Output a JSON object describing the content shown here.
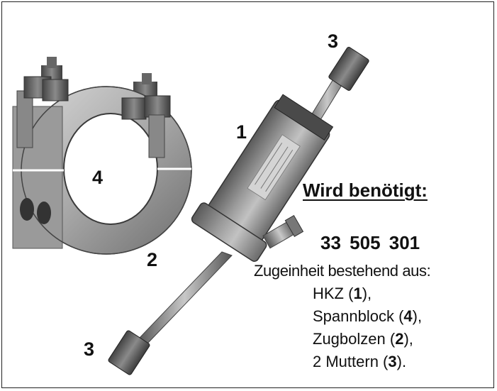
{
  "callouts": {
    "nut_top": "3",
    "cylinder": "1",
    "clamp_block": "4",
    "bolt": "2",
    "nut_bottom": "3"
  },
  "info": {
    "heading": "Wird benötigt:",
    "part_number": "33 505 301",
    "description": "Zugeinheit bestehend aus:",
    "items": [
      {
        "label": "HKZ (",
        "ref": "1",
        "suffix": "),"
      },
      {
        "label": "Spannblock (",
        "ref": "4",
        "suffix": "),"
      },
      {
        "label": "Zugbolzen (",
        "ref": "2",
        "suffix": "),"
      },
      {
        "label": "2 Muttern (",
        "ref": "3",
        "suffix": ")."
      }
    ]
  }
}
